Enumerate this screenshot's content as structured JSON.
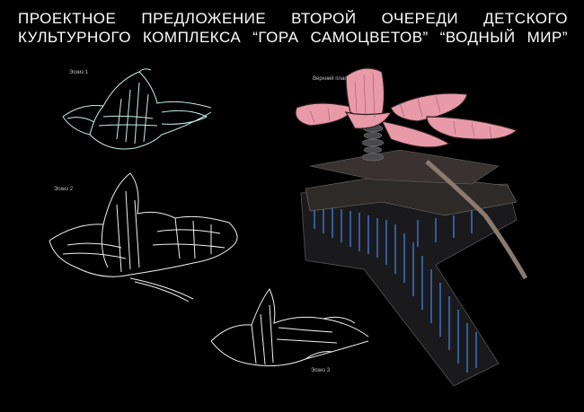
{
  "title": {
    "line1": "ПРОЕКТНОЕ ПРЕДЛОЖЕНИЕ ВТОРОЙ ОЧЕРЕДИ ДЕТСКОГО",
    "line2": "КУЛЬТУРНОГО КОМПЛЕКСА “ГОРА САМОЦВЕТОВ” “ВОДНЫЙ МИР”"
  },
  "sketches": [
    {
      "label": "Эскиз 1"
    },
    {
      "label": "Эскиз 2"
    },
    {
      "label": "Эскиз 3"
    }
  ],
  "render": {
    "label": "Верхний план"
  },
  "colors": {
    "background": "#000000",
    "sketch_line": "#c8f0e8",
    "pink_roof": "#e89aa8",
    "dark_roof": "#3a3230",
    "water_blue": "#4a90ff"
  }
}
